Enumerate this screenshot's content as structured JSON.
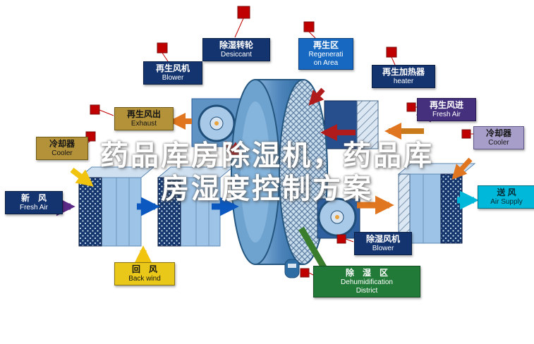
{
  "title": {
    "line1": "药品库房除湿机，药品库",
    "line2": "房湿度控制方案"
  },
  "labels": {
    "desiccant": {
      "zh": "除湿转轮",
      "en": "Desiccant"
    },
    "regen_area": {
      "zh": "再生区",
      "en1": "Regenerati",
      "en2": "on Area"
    },
    "regen_blower": {
      "zh": "再生风机",
      "en": "Blower"
    },
    "heater": {
      "zh": "再生加热器",
      "en": "heater"
    },
    "exhaust": {
      "zh": "再生风出",
      "en": "Exhaust"
    },
    "regen_fresh": {
      "zh": "再生风进",
      "en": "Fresh Air"
    },
    "cooler_left": {
      "zh": "冷却器",
      "en": "Cooler"
    },
    "cooler_right": {
      "zh": "冷却器",
      "en": "Cooler"
    },
    "fresh_air": {
      "zh": "新　风",
      "en": "Fresh Air"
    },
    "back_wind": {
      "zh": "回　风",
      "en": "Back wind"
    },
    "air_supply": {
      "zh": "送 风",
      "en": "Air Supply"
    },
    "dehumid_blower": {
      "zh": "除湿风机",
      "en": "Blower"
    },
    "dehumid_district": {
      "zh": "除　湿　区",
      "en1": "Dehumidification",
      "en2": "District"
    }
  },
  "colors": {
    "navy": "#14346f",
    "blue": "#1668c0",
    "yellow": "#e9c819",
    "olive": "#b3923a",
    "purple": "#45307e",
    "cyan": "#00b8d9",
    "green": "#217a38",
    "arrow_red": "#b01c1c",
    "arrow_orange": "#e0761f",
    "pin_red": "#c00000"
  }
}
